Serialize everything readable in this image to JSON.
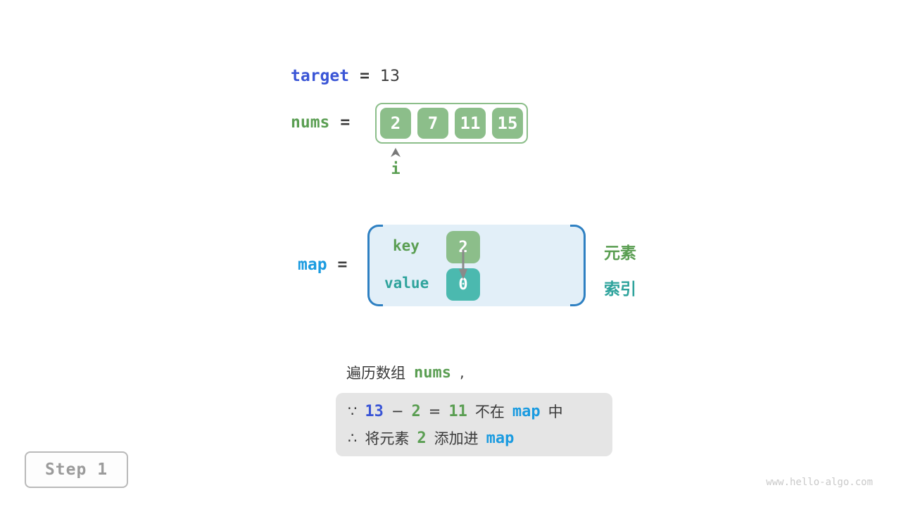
{
  "colors": {
    "royal_blue": "#3A55D6",
    "bright_blue": "#1B9BE0",
    "green_text": "#5A9E52",
    "teal_text": "#2EA39C",
    "green_fill": "#8CBE8A",
    "teal_fill": "#4BB9AF",
    "map_fill": "#E2EFF8",
    "map_border": "#2E80C2",
    "dark_text": "#3A3A3A",
    "note_bg": "#E5E5E5"
  },
  "target_row": {
    "label": "target",
    "equals": "=",
    "value": "13"
  },
  "nums_row": {
    "label": "nums",
    "equals": "="
  },
  "array": {
    "cells": [
      "2",
      "7",
      "11",
      "15"
    ],
    "pointer_label": "i"
  },
  "map_row": {
    "label": "map",
    "equals": "="
  },
  "map_box": {
    "key_label": "key",
    "key_value": "2",
    "value_label": "value",
    "value_value": "0"
  },
  "side_labels": {
    "element": "元素",
    "index": "索引"
  },
  "caption": {
    "prefix": "遍历数组",
    "code": "nums",
    "suffix": ","
  },
  "note": {
    "because": "∵",
    "b_13": "13",
    "minus": "−",
    "b_2": "2",
    "eq": "=",
    "b_11": "11",
    "not_in": "不在",
    "b_map": "map",
    "in_suffix": "中",
    "therefore": "∴",
    "t_add1": "将元素",
    "t_2": "2",
    "t_add2": "添加进",
    "t_map": "map"
  },
  "step": {
    "label": "Step 1"
  },
  "watermark": "www.hello-algo.com"
}
